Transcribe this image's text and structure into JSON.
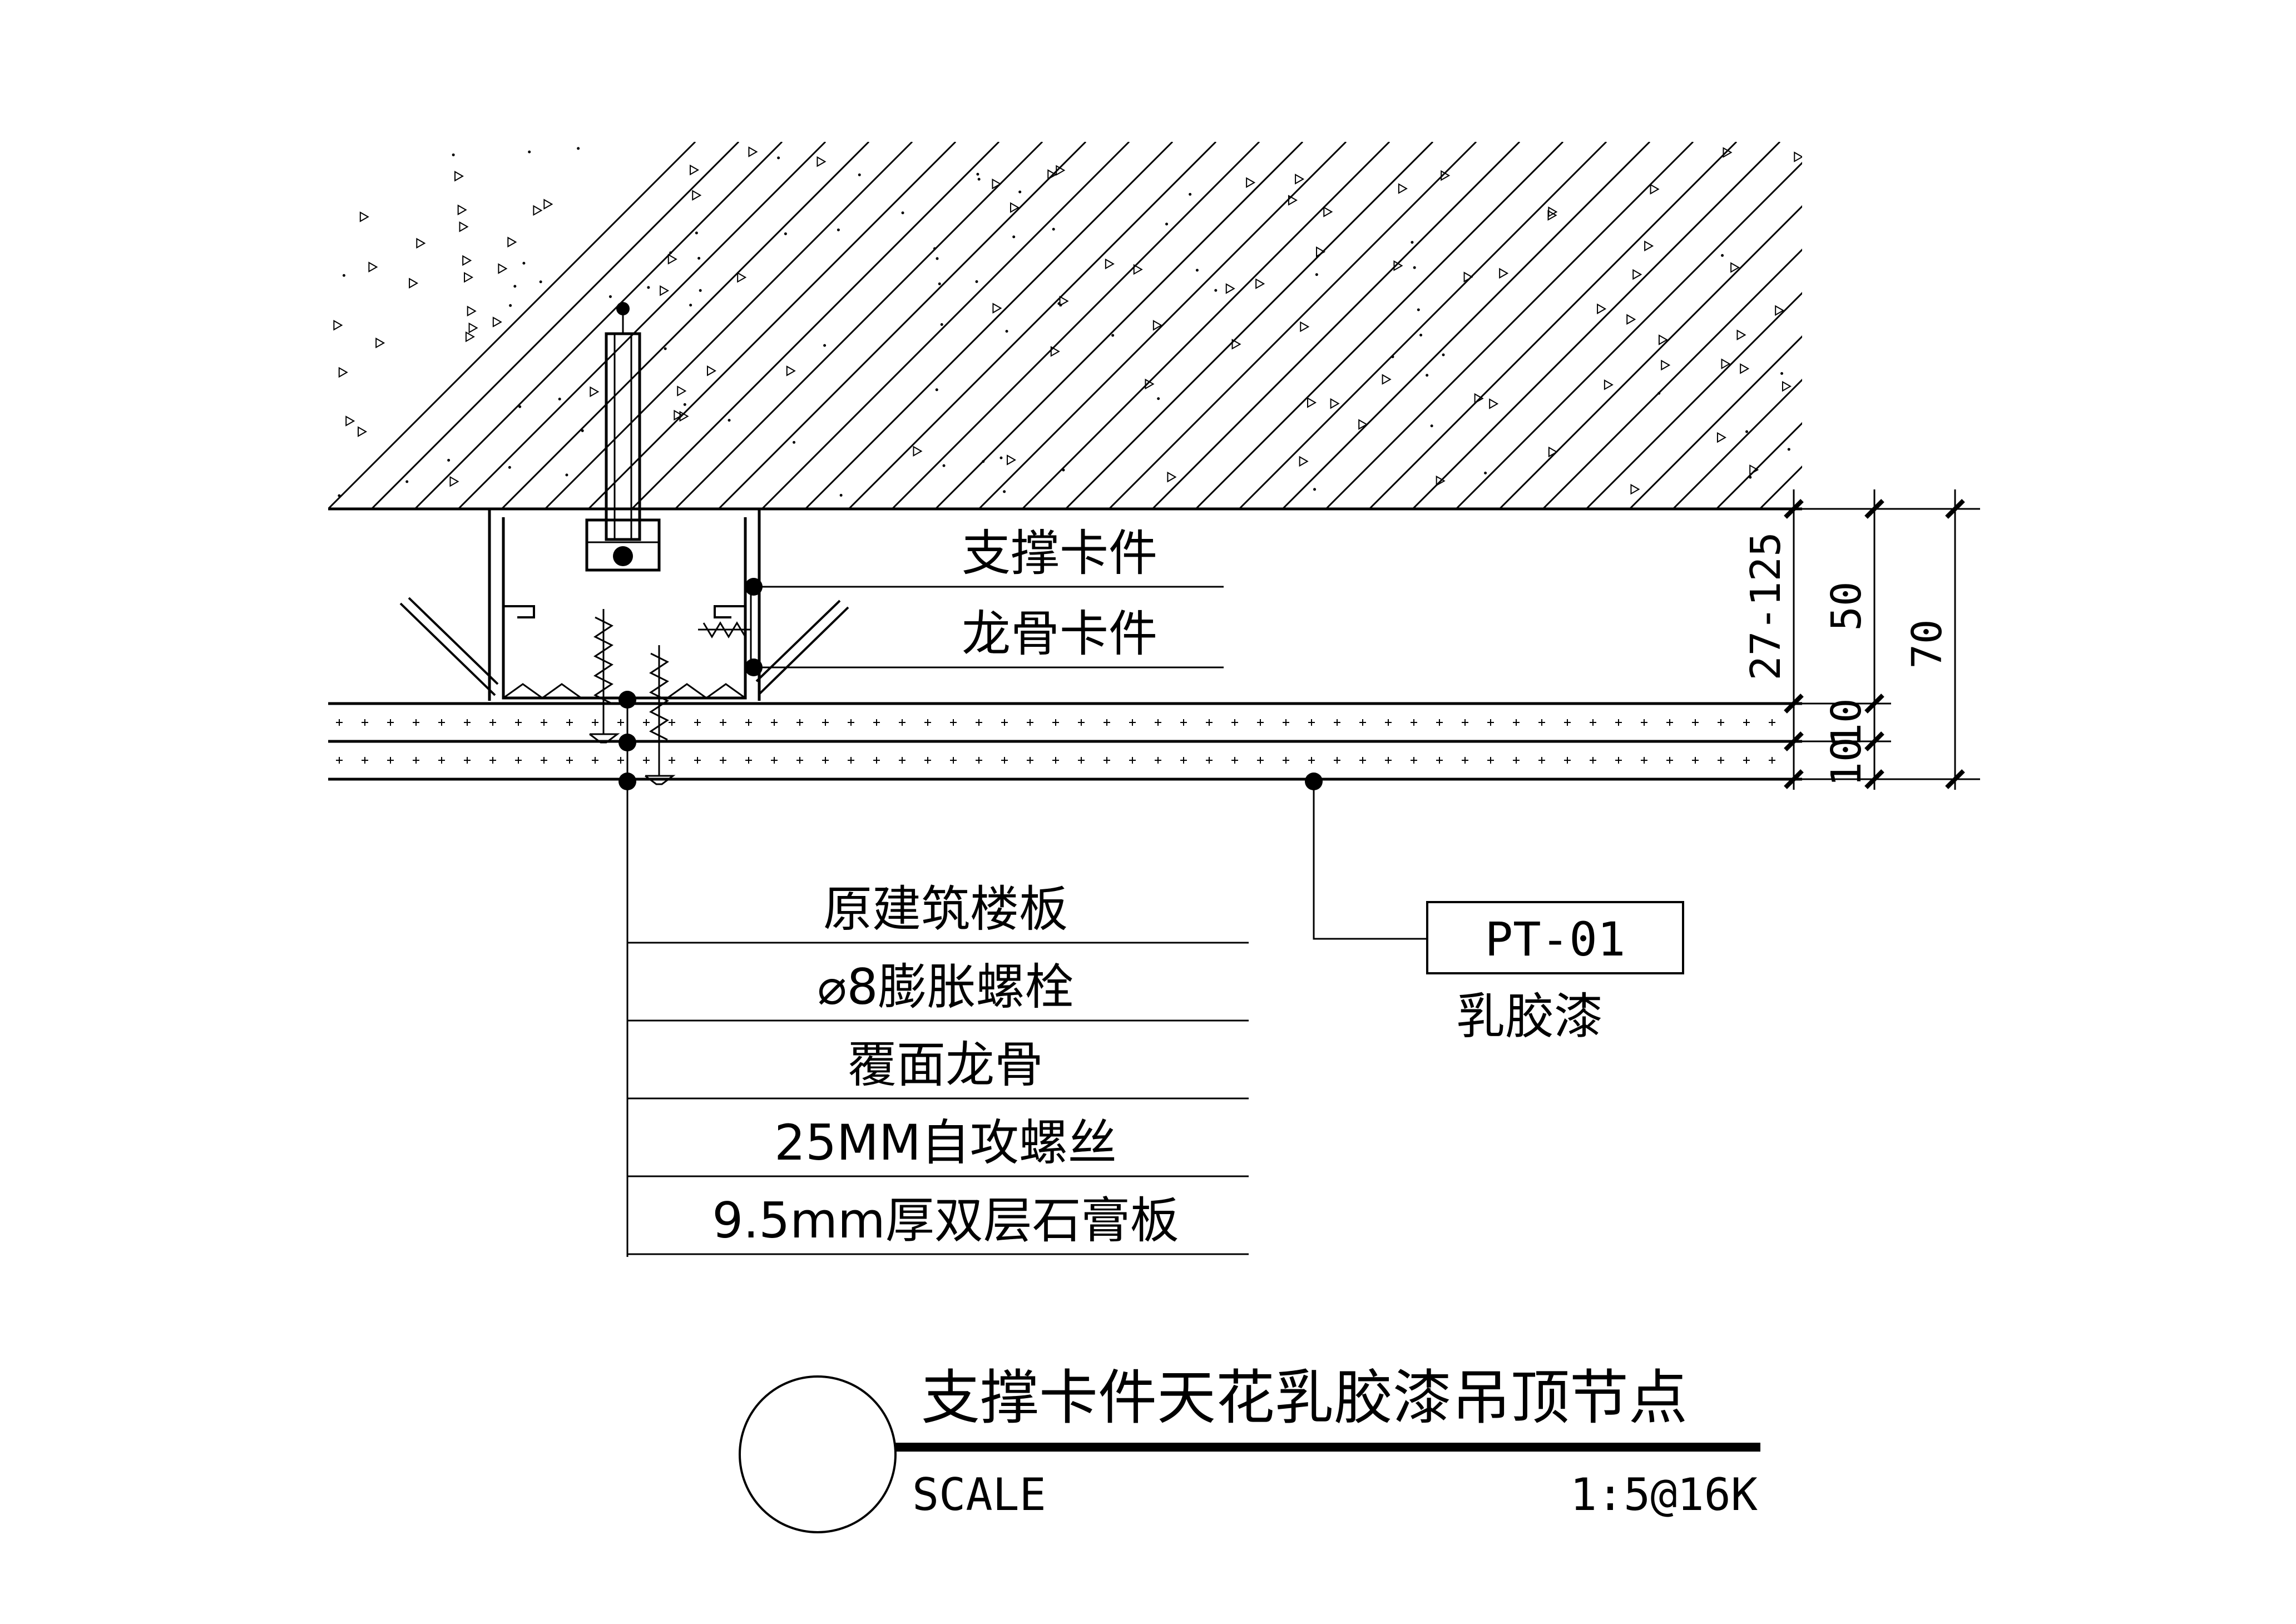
{
  "labels_upper": [
    "支撑卡件",
    "龙骨卡件"
  ],
  "labels_lower": [
    "原建筑楼板",
    "⌀8膨胀螺栓",
    "覆面龙骨",
    "25MM自攻螺丝",
    "9.5mm厚双层石膏板"
  ],
  "finish": {
    "code": "PT-01",
    "name": "乳胶漆"
  },
  "dimensions": {
    "d1": "27-125",
    "d2": "50",
    "d3": "70",
    "d4": "10",
    "d5": "10"
  },
  "title": "支撑卡件天花乳胶漆吊顶节点",
  "scale_label": "SCALE",
  "scale_value": "1:5@16K"
}
